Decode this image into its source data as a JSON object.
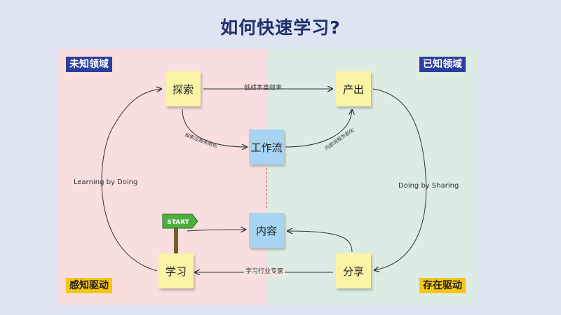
{
  "title": "如何快速学习?",
  "zones": {
    "unknown": "未知领域",
    "known": "已知领域",
    "feeling_driven": "感知驱动",
    "existence_driven": "存在驱动"
  },
  "nodes": {
    "explore": "探索",
    "output": "产出",
    "workflow": "工作流",
    "content": "内容",
    "learn": "学习",
    "share": "分享"
  },
  "edges": {
    "explore_to_output": "低成本高效率",
    "explore_to_workflow": "探索过程系统化",
    "workflow_to_output": "内部流程外部化",
    "learning_by_doing": "Learning by Doing",
    "doing_by_sharing": "Doing by Sharing",
    "share_to_learn": "学习行业专家"
  },
  "signpost": "START",
  "colors": {
    "unknown_zone": "#f8dede",
    "known_zone": "#dcece4",
    "zone_tag_blue": "#2c3f9e",
    "zone_tag_yellow": "#f5c518",
    "note_yellow": "#fbf3a6",
    "note_blue": "#a8d4f3",
    "signpost_green": "#4caf3d",
    "dashed_divider": "#d23a3a"
  }
}
